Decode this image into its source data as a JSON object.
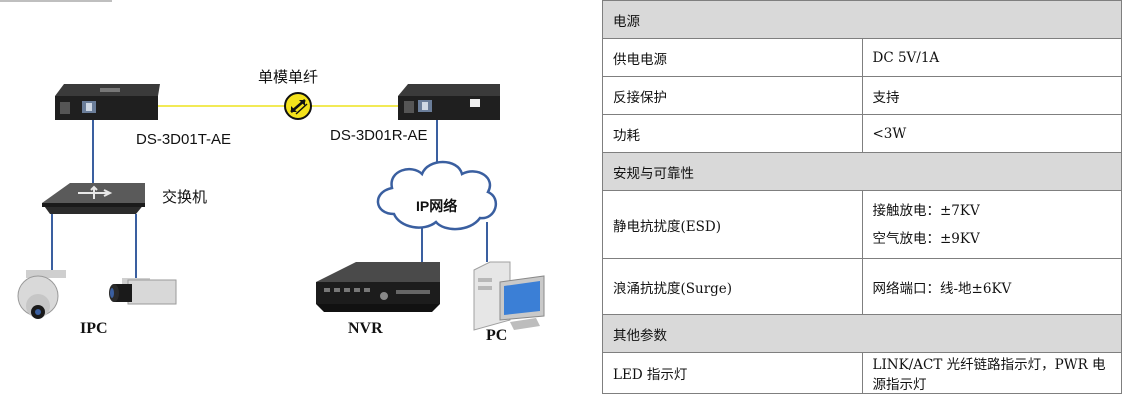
{
  "diagram": {
    "fiber_label": "单模单纤",
    "transmitter_model": "DS-3D01T-AE",
    "receiver_model": "DS-3D01R-AE",
    "switch_label": "交换机",
    "cloud_label": "IP网络",
    "ipc_label": "IPC",
    "nvr_label": "NVR",
    "pc_label": "PC",
    "colors": {
      "fiber": "#f2ea56",
      "link": "#3a5fa0",
      "device": "#1f1f1f"
    }
  },
  "spec_table": {
    "sections": [
      {
        "title": "电源",
        "rows": [
          {
            "label": "供电电源",
            "values": [
              "DC 5V/1A"
            ]
          },
          {
            "label": "反接保护",
            "values": [
              "支持"
            ]
          },
          {
            "label": "功耗",
            "values": [
              "<3W"
            ]
          }
        ]
      },
      {
        "title": "安规与可靠性",
        "rows": [
          {
            "label": "静电抗扰度(ESD)",
            "values": [
              "接触放电：±7KV",
              "空气放电：±9KV"
            ]
          },
          {
            "label": "浪涌抗扰度(Surge)",
            "values": [
              "网络端口：线-地±6KV"
            ]
          }
        ]
      },
      {
        "title": "其他参数",
        "rows": [
          {
            "label": "LED 指示灯",
            "values": [
              "LINK/ACT 光纤链路指示灯，PWR 电源指示灯"
            ]
          }
        ]
      }
    ]
  }
}
